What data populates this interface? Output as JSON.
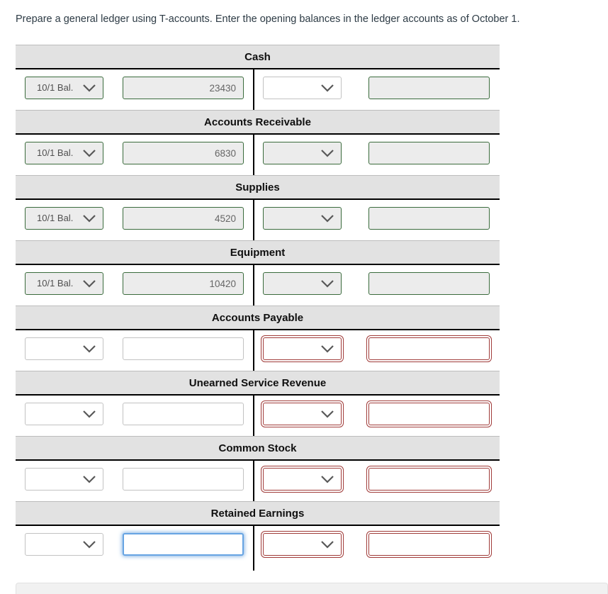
{
  "instruction": "Prepare a general ledger using T-accounts. Enter the opening balances in the ledger accounts as of October 1.",
  "accounts": [
    {
      "name": "Cash",
      "debit": {
        "selected": "10/1 Bal.",
        "amount": "23430"
      },
      "credit": {
        "selected": "",
        "amount": ""
      }
    },
    {
      "name": "Accounts Receivable",
      "debit": {
        "selected": "10/1 Bal.",
        "amount": "6830"
      },
      "credit": {
        "selected": "",
        "amount": ""
      }
    },
    {
      "name": "Supplies",
      "debit": {
        "selected": "10/1 Bal.",
        "amount": "4520"
      },
      "credit": {
        "selected": "",
        "amount": ""
      }
    },
    {
      "name": "Equipment",
      "debit": {
        "selected": "10/1 Bal.",
        "amount": "10420"
      },
      "credit": {
        "selected": "",
        "amount": ""
      }
    },
    {
      "name": "Accounts Payable",
      "debit": {
        "selected": "",
        "amount": ""
      },
      "credit": {
        "selected": "",
        "amount": ""
      }
    },
    {
      "name": "Unearned Service Revenue",
      "debit": {
        "selected": "",
        "amount": ""
      },
      "credit": {
        "selected": "",
        "amount": ""
      }
    },
    {
      "name": "Common Stock",
      "debit": {
        "selected": "",
        "amount": ""
      },
      "credit": {
        "selected": "",
        "amount": ""
      }
    },
    {
      "name": "Retained Earnings",
      "debit": {
        "selected": "",
        "amount": ""
      },
      "credit": {
        "selected": "",
        "amount": ""
      }
    }
  ],
  "colors": {
    "accent_green": "#3a6b3c",
    "error_red": "#a03b39",
    "focus_blue": "#67a4e3",
    "header_gray": "#e2e2e2",
    "disabled_gray": "#ececec"
  }
}
